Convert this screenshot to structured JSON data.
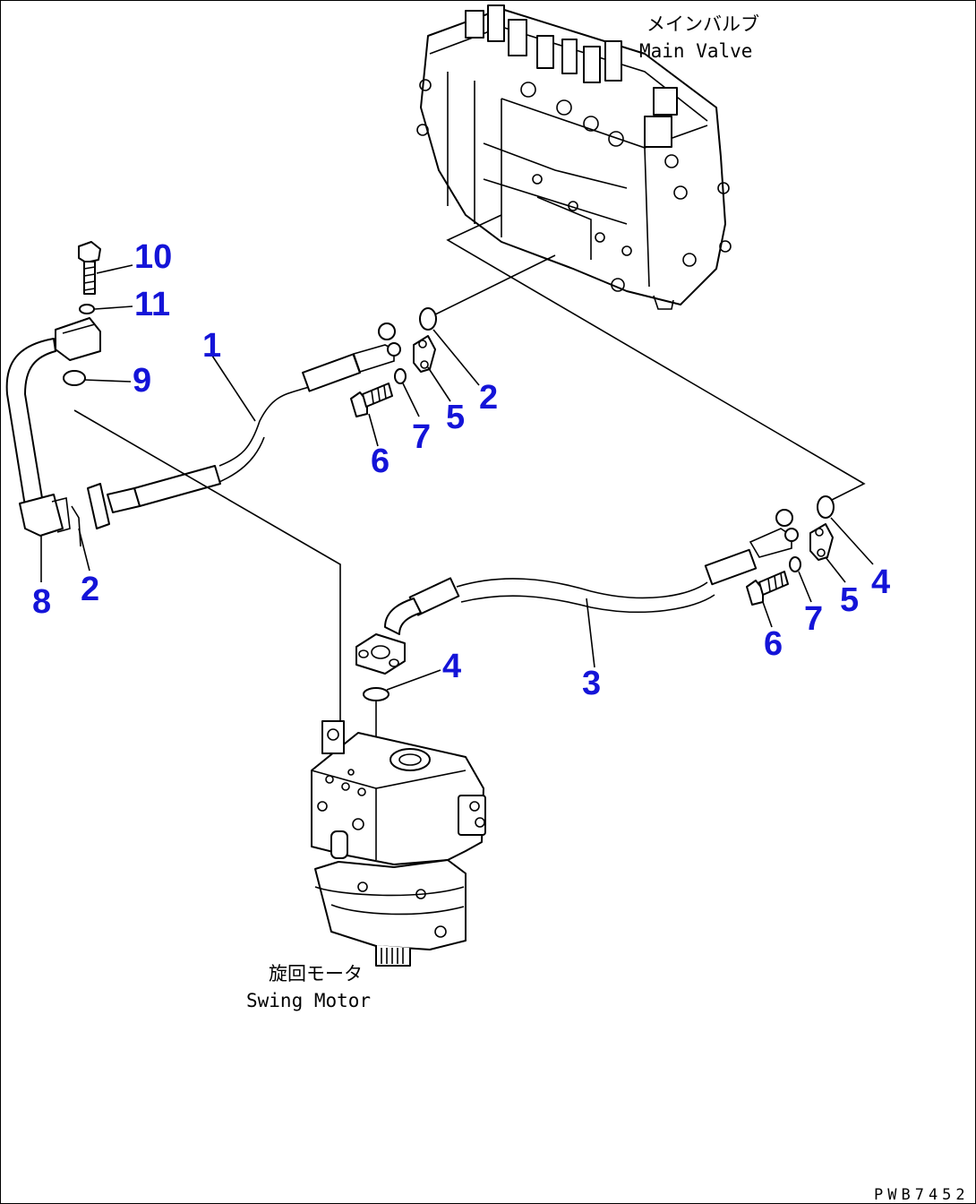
{
  "drawing_code": "PWB7452",
  "components": {
    "main_valve": {
      "jp": "メインバルブ",
      "en": "Main Valve"
    },
    "swing_motor": {
      "jp": "旋回モータ",
      "en": "Swing Motor"
    }
  },
  "callouts": {
    "c1": "1",
    "c2a": "2",
    "c2b": "2",
    "c3": "3",
    "c4a": "4",
    "c4b": "4",
    "c5a": "5",
    "c5b": "5",
    "c6a": "6",
    "c6b": "6",
    "c7a": "7",
    "c7b": "7",
    "c8": "8",
    "c9": "9",
    "c10": "10",
    "c11": "11"
  },
  "colors": {
    "callout": "#1414d8",
    "line": "#000000"
  }
}
